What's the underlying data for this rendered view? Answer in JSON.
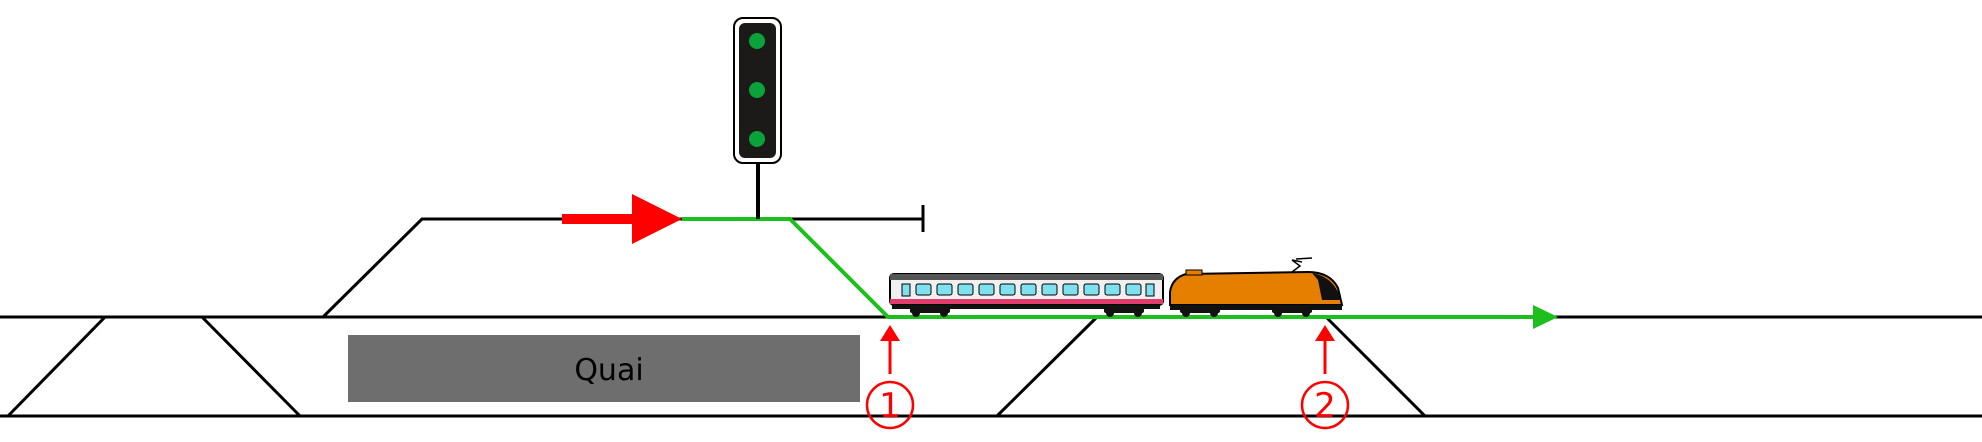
{
  "platform": {
    "label": "Quai"
  },
  "markers": [
    {
      "label": "1",
      "symbol": "①"
    },
    {
      "label": "2",
      "symbol": "②"
    }
  ],
  "signal": {
    "aspects": [
      "green",
      "green",
      "green"
    ]
  },
  "colors": {
    "track": "#000000",
    "route": "#1dbf1d",
    "entry_arrow": "#ff0000",
    "marker": "#ff0000",
    "platform": "#6e6e6e",
    "signal_lamp": "#0aa33a",
    "signal_head": "#1c1a18",
    "locomotive": "#e67e00",
    "window": "#7fe0f0"
  },
  "icons": [
    "signal-icon",
    "train-icon",
    "locomotive-icon",
    "coach-icon"
  ]
}
